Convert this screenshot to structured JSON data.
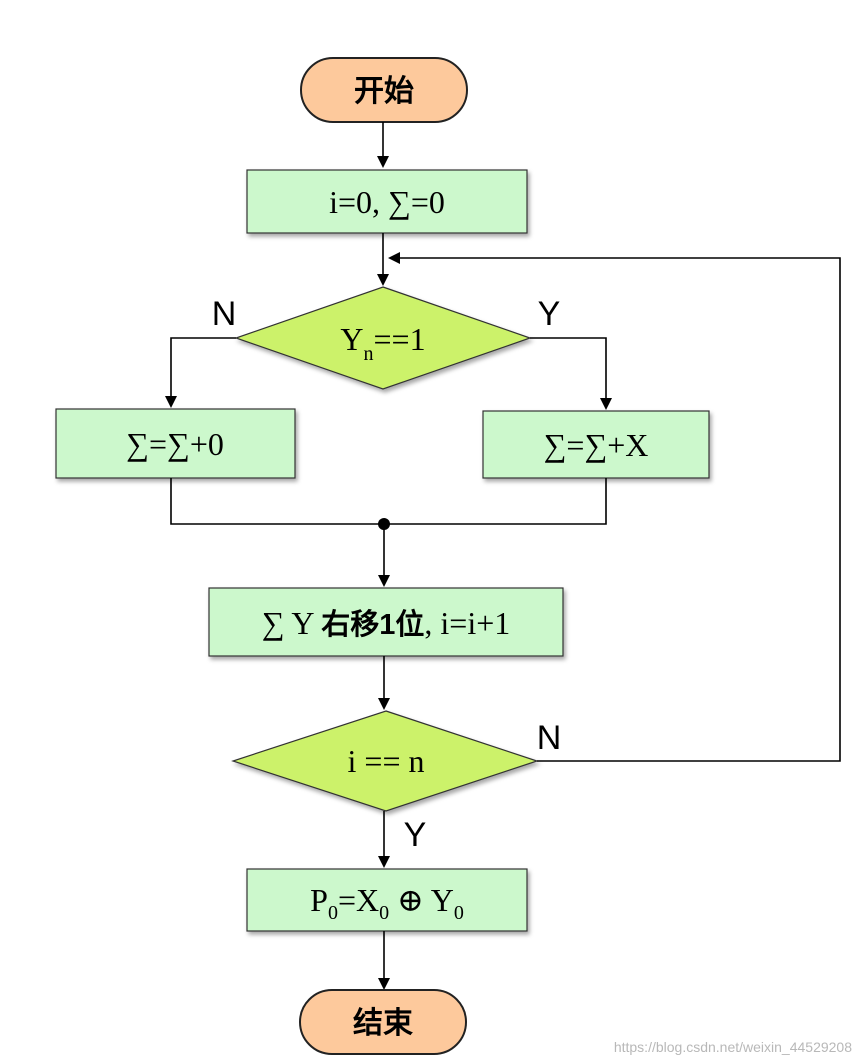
{
  "start": "开始",
  "init": "i=0, ∑=0",
  "cond1": {
    "base": "Y",
    "sub": "n",
    "rest": "==1"
  },
  "yes_label_1": "Y",
  "no_label_1": "N",
  "left_op": "∑=∑+0",
  "right_op": "∑=∑+X",
  "shift": {
    "prefix": "∑ Y ",
    "bold": "右移1位",
    "suffix": ", i=i+1"
  },
  "cond2": "i == n",
  "no_label_2": "N",
  "yes_label_2": "Y",
  "result": {
    "p": "P",
    "p_sub": "0",
    "eq": "=X",
    "x_sub": "0",
    "op": " ⊕ Y",
    "y_sub": "0"
  },
  "end": "结束",
  "watermark": "https://blog.csdn.net/weixin_44529208",
  "colors": {
    "process": "#ccf8cc",
    "decision": "#ccf26a",
    "terminal": "#fdc99c"
  }
}
